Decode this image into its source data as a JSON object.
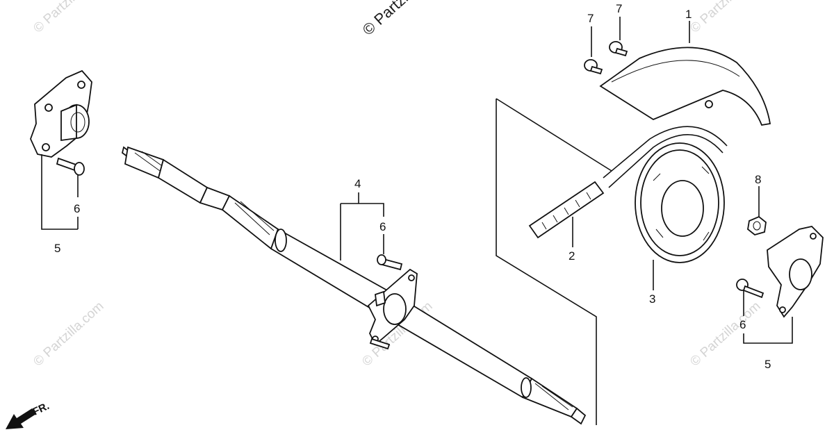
{
  "watermark": {
    "main": "© Partzilla.com",
    "repeat": "© Partzilla.com"
  },
  "direction": {
    "label": "FR."
  },
  "callouts": {
    "fender": "1",
    "chain": "2",
    "sprocket": "3",
    "axle": "4",
    "hub_left": "5",
    "hub_right": "5",
    "bolt_left": "6",
    "bolt_center": "6",
    "bolt_right": "6",
    "nut_a": "7",
    "nut_b": "7",
    "nut_right": "8"
  },
  "colors": {
    "line": "#111111",
    "watermark": "#d4d4d4"
  }
}
